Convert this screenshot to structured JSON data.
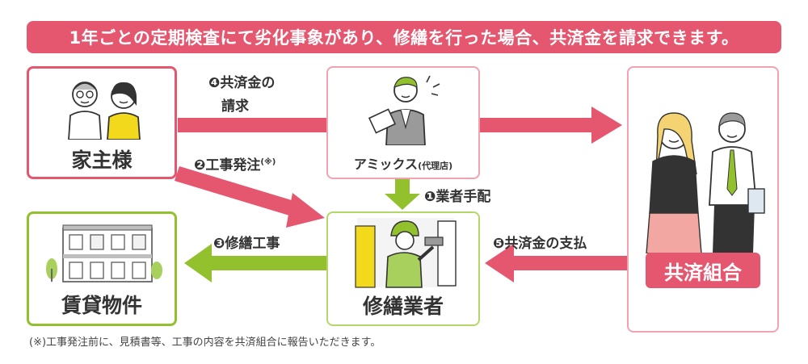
{
  "banner": "1年ごとの定期検査にて劣化事象があり、修繕を行った場合、共済金を請求できます。",
  "nodes": {
    "owner": "家主様",
    "agency_name": "アミックス",
    "agency_suffix": "(代理店)",
    "property": "賃貸物件",
    "contractor": "修繕業者",
    "union": "共済組合"
  },
  "steps": {
    "step1": "❶業者手配",
    "step2": "❷工事発注",
    "step2_mark": "(※)",
    "step3": "❸修繕工事",
    "step4_line1": "❹共済金の",
    "step4_line2": "請求",
    "step5": "❺共済金の支払"
  },
  "footnote": "(※)工事発注前に、見積書等、工事の内容を共済組合に報告いただきます。",
  "colors": {
    "pink": "#e5566f",
    "green": "#93c12e"
  }
}
